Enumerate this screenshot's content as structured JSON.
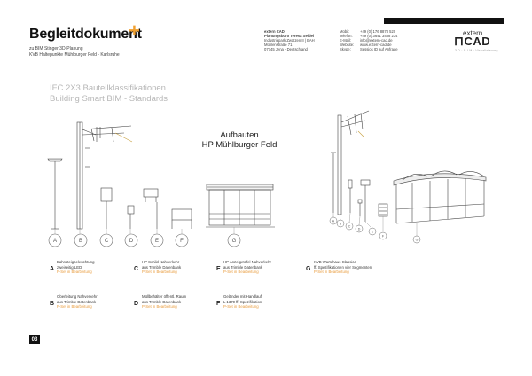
{
  "header": {
    "title": "Begleitdokument",
    "subtitle_lines": [
      "zu BIM Stinger 3D-Planung",
      "KVB Haltepunkte Mühlburger Feld - Karlsruhe"
    ]
  },
  "company": {
    "lines": [
      "extern CAD",
      "Planungsbüro Teresa Seidel",
      "Industriepark Zwätzen II | EAH",
      "Mühlenstraße 71",
      "07745 Jena - Deutschland"
    ],
    "contact_labels": [
      "Mobil:",
      "Telefon:",
      "E-Mail:",
      "Website:",
      "Skype:"
    ],
    "contact_values": [
      "+49 (0) 176 8878 520",
      "+49 (0) 3641 3488 234",
      "info@extern-cad.de",
      "www.extern-cad.de",
      "Sessios ID auf Anfrage"
    ]
  },
  "logo": {
    "top": "extern",
    "main": "CAD",
    "sub": "3 D  ·  B I M  ·  Visualisierung"
  },
  "heading": {
    "line1": "IFC 2X3 Bauteilklassifikationen",
    "line2": "Building Smart BIM - Standards"
  },
  "center_title": {
    "line1": "Aufbauten",
    "line2": "HP Mühlburger Feld"
  },
  "left_circle_labels": [
    "A",
    "B",
    "C",
    "D",
    "E",
    "F",
    "G"
  ],
  "right_circle_labels": [
    "A",
    "B",
    "C",
    "D",
    "E",
    "F",
    "G"
  ],
  "legend": [
    {
      "letter": "A",
      "lines": [
        "Bahnsteigbeleuchtung",
        "zweiseitig LED"
      ],
      "status": "P-Set in Bearbeitung"
    },
    {
      "letter": "B",
      "lines": [
        "Oberleitung Nahverkehr",
        "aus Trimble Datenbank"
      ],
      "status": "P-Set in Bearbeitung"
    },
    {
      "letter": "C",
      "lines": [
        "HP Schild Nahverkehr",
        "aus Trimble Datenbank"
      ],
      "status": "P-Set in Bearbeitung"
    },
    {
      "letter": "D",
      "lines": [
        "Müllbehälter öffentl. Raum",
        "aus Trimble Datenbank"
      ],
      "status": "P-Set in Bearbeitung"
    },
    {
      "letter": "E",
      "lines": [
        "HP Anzeigetafel Nahverkehr",
        "aus Trimble Datenbank"
      ],
      "status": "P-Set in Bearbeitung"
    },
    {
      "letter": "F",
      "lines": [
        "Geländer mit Handlauf",
        "L 1370 ff. Spezifikation"
      ],
      "status": "P-Set in Bearbeitung"
    },
    {
      "letter": "G",
      "lines": [
        "KVB Wartehaus Classica",
        "ff. Spezifikationen vier Segmenten"
      ],
      "status": "P-Set in Bearbeitung"
    }
  ],
  "page_number": "03",
  "colors": {
    "accent": "#f0a030",
    "status": "#e89a3a",
    "heading": "#b7b7b7"
  }
}
